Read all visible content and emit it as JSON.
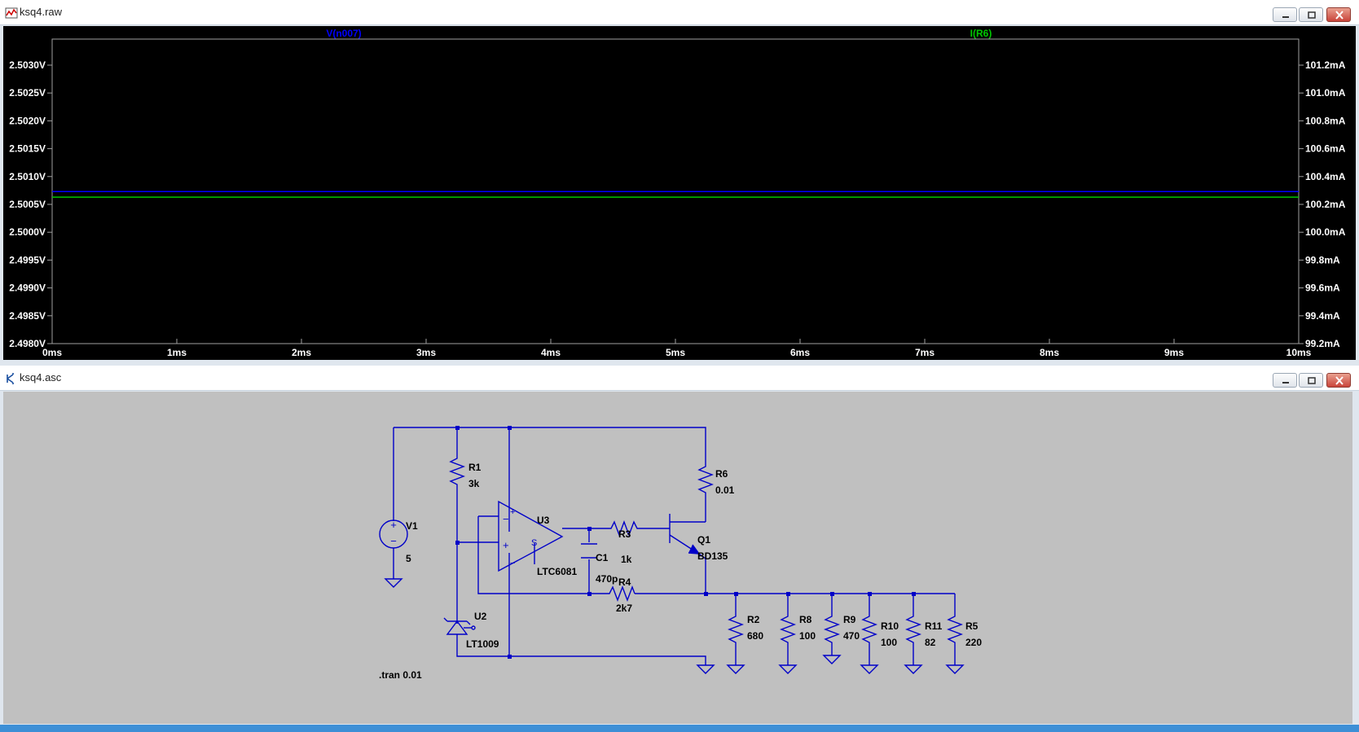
{
  "plot_window": {
    "title": "ksq4.raw",
    "icon": "waveform-icon",
    "buttons": [
      "minimize-icon",
      "maximize-icon",
      "close-icon"
    ]
  },
  "chart_data": {
    "type": "line",
    "xlim": [
      0,
      10
    ],
    "x_tick_labels": [
      "0ms",
      "1ms",
      "2ms",
      "3ms",
      "4ms",
      "5ms",
      "6ms",
      "7ms",
      "8ms",
      "9ms",
      "10ms"
    ],
    "y_left": {
      "ylim": [
        2.498,
        2.503
      ],
      "tick_labels": [
        "2.5030V",
        "2.5025V",
        "2.5020V",
        "2.5015V",
        "2.5010V",
        "2.5005V",
        "2.5000V",
        "2.4995V",
        "2.4990V",
        "2.4985V",
        "2.4980V"
      ]
    },
    "y_right": {
      "ylim": [
        99.2,
        101.2
      ],
      "tick_labels": [
        "101.2mA",
        "101.0mA",
        "100.8mA",
        "100.6mA",
        "100.4mA",
        "100.2mA",
        "100.0mA",
        "99.8mA",
        "99.6mA",
        "99.4mA",
        "99.2mA"
      ]
    },
    "series": [
      {
        "name": "V(n007)",
        "axis": "left",
        "color": "#0000ff",
        "x": [
          0,
          10
        ],
        "y": [
          2.50073,
          2.50073
        ]
      },
      {
        "name": "I(R6)",
        "axis": "right",
        "color": "#00c800",
        "x": [
          0,
          10
        ],
        "y": [
          100.252,
          100.252
        ]
      }
    ],
    "background": "#000000",
    "grid": false
  },
  "schematic_window": {
    "title": "ksq4.asc",
    "icon": "schematic-icon",
    "buttons": [
      "minimize-icon",
      "maximize-icon",
      "close-icon"
    ]
  },
  "schematic": {
    "wire_color": "#0000c8",
    "components": {
      "V1": {
        "ref": "V1",
        "value": "5"
      },
      "R1": {
        "ref": "R1",
        "value": "3k"
      },
      "U3": {
        "ref": "U3",
        "value": "LTC6081",
        "pin_label": "S"
      },
      "C1": {
        "ref": "C1",
        "value": "470p"
      },
      "R3": {
        "ref": "R3",
        "value": "1k"
      },
      "R4": {
        "ref": "R4",
        "value": "2k7"
      },
      "Q1": {
        "ref": "Q1",
        "value": "BD135"
      },
      "R6": {
        "ref": "R6",
        "value": "0.01"
      },
      "U2": {
        "ref": "U2",
        "value": "LT1009"
      },
      "R2": {
        "ref": "R2",
        "value": "680"
      },
      "R8": {
        "ref": "R8",
        "value": "100"
      },
      "R9": {
        "ref": "R9",
        "value": "470"
      },
      "R10": {
        "ref": "R10",
        "value": "100"
      },
      "R11": {
        "ref": "R11",
        "value": "82"
      },
      "R5": {
        "ref": "R5",
        "value": "220"
      }
    },
    "directive": ".tran 0.01",
    "symbols": {
      "plus": "+",
      "minus": "−"
    }
  }
}
